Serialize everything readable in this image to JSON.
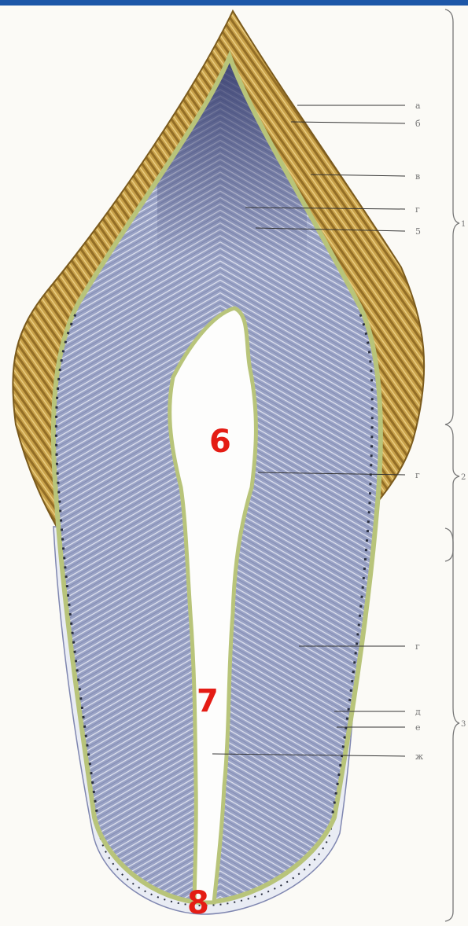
{
  "colors": {
    "header_bar": "#1d57a8",
    "enamel": "#c9a24a",
    "enamel_dark": "#8a6520",
    "dentin": "#9aa3c6",
    "dentin_dark": "#5a618a",
    "predentin": "#b8c47a",
    "cementum": "#e9ecf4",
    "number_color": "#e41c14"
  },
  "big_numbers": [
    "6",
    "7",
    "8"
  ],
  "leader_labels": {
    "crown": [
      "а",
      "б",
      "в",
      "г",
      "5"
    ],
    "neck": [
      "г"
    ],
    "root": [
      "д",
      "е",
      "ж",
      "г"
    ]
  },
  "bracket_labels": [
    "1",
    "2",
    "3"
  ]
}
